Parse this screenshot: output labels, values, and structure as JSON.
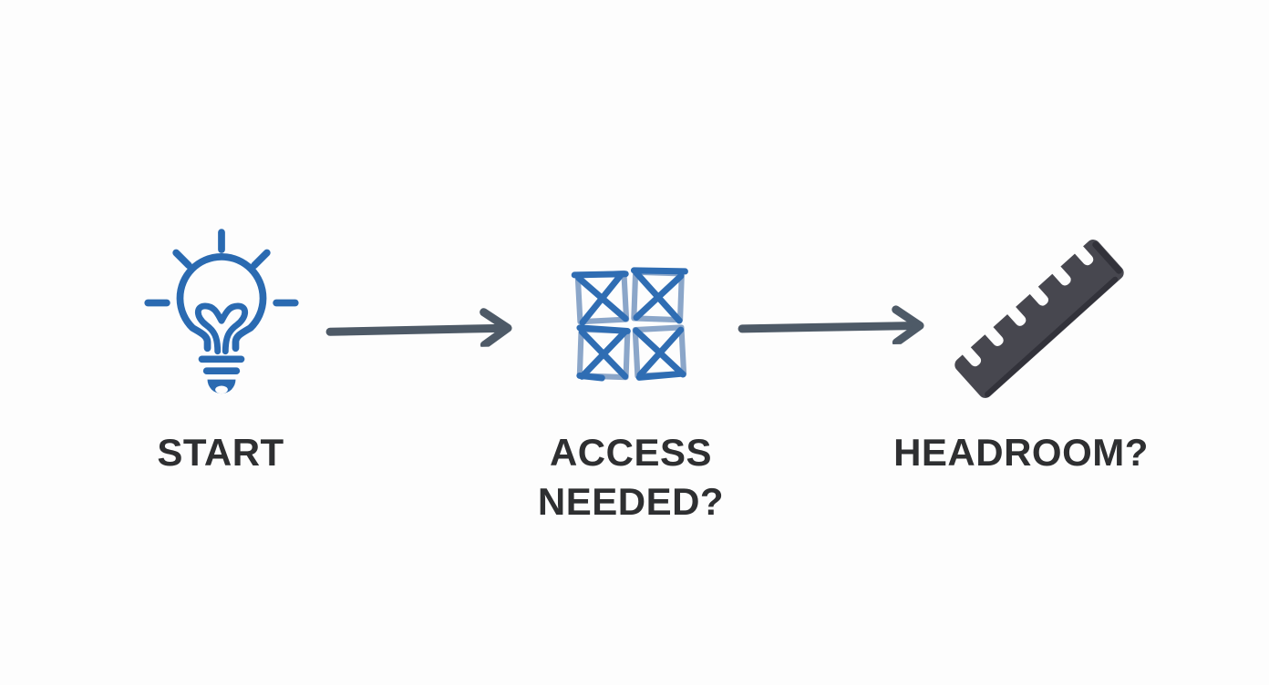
{
  "page": {
    "type": "flow-diagram",
    "background_color": "#fdfdfd"
  },
  "flow": {
    "label_color": "#2e2f31",
    "steps": [
      {
        "label": "START",
        "icon": "lightbulb-icon",
        "icon_color": "#2a6ab1"
      },
      {
        "label": "ACCESS NEEDED?",
        "icon": "lattice-grid-icon",
        "icon_color": "#2f6db3",
        "icon_color_secondary": "#8ba6c9"
      },
      {
        "label": "HEADROOM?",
        "icon": "ruler-icon",
        "icon_color": "#47474f",
        "icon_edge_color": "#32323a"
      }
    ],
    "connectors": [
      {
        "type": "arrow-right",
        "from": "START",
        "to": "ACCESS NEEDED?",
        "color": "#4e5a67"
      },
      {
        "type": "arrow-right",
        "from": "ACCESS NEEDED?",
        "to": "HEADROOM?",
        "color": "#4e5a67"
      }
    ]
  }
}
